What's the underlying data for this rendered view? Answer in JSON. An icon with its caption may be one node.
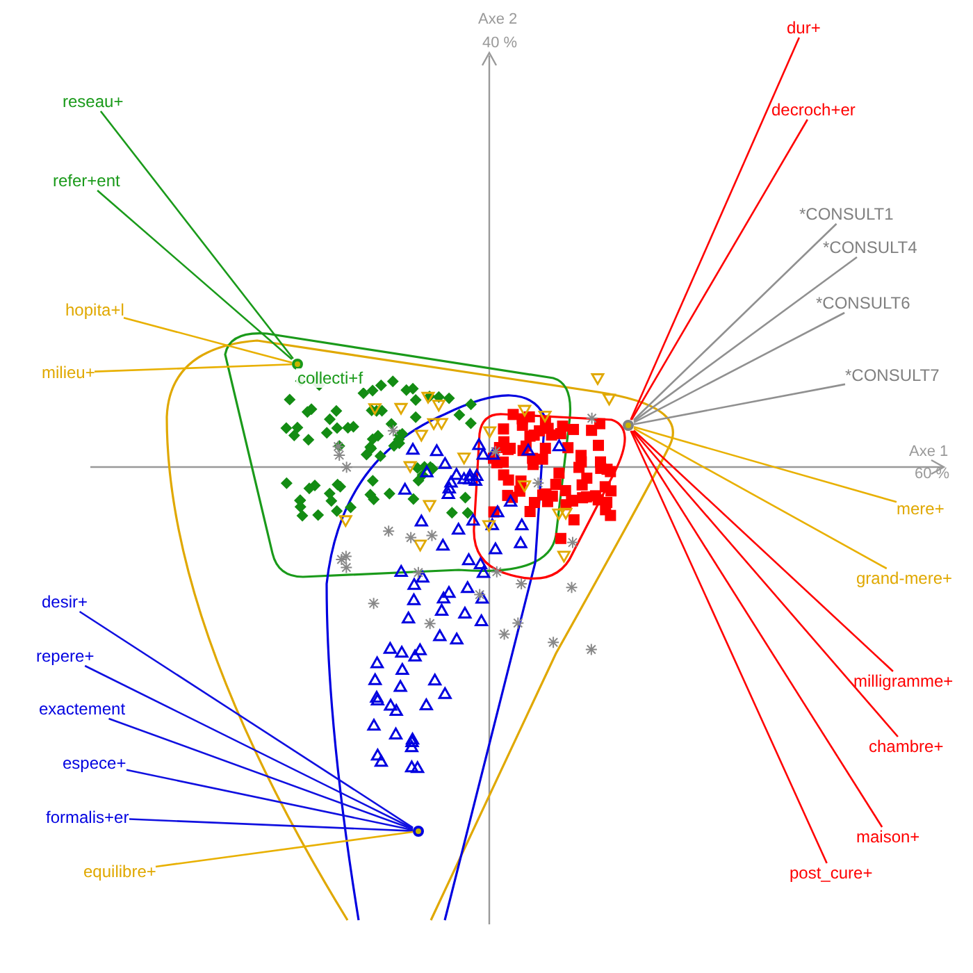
{
  "diagram": {
    "nodes": [
      {
        "text": [
          "reseau+"
        ]
      },
      {
        "text": [
          "refer+ent"
        ]
      },
      {
        "text": [
          "hopita+l"
        ]
      },
      {
        "text": [
          "milieu+"
        ]
      },
      {
        "text": [],
        "shape": "circle"
      },
      {
        "text": [
          "dur+"
        ]
      },
      {
        "text": [
          "decroch+er"
        ]
      },
      {
        "text": [
          "*CONSULT1"
        ]
      },
      {
        "text": [
          "*CONSULT4"
        ]
      },
      {
        "text": [
          "*CONSULT6"
        ]
      },
      {
        "text": [
          "*CONSULT7"
        ]
      },
      {
        "text": [
          "mere+"
        ]
      },
      {
        "text": [
          "grand-mere+"
        ]
      },
      {
        "text": [
          "milligramme+"
        ]
      },
      {
        "text": [
          "chambre+"
        ]
      },
      {
        "text": [
          "maison+"
        ]
      },
      {
        "text": [
          "post_cure+"
        ]
      },
      {
        "text": [],
        "shape": "circle"
      },
      {
        "text": [
          "desir+"
        ]
      },
      {
        "text": [
          "repere+"
        ]
      },
      {
        "text": [
          "exactement"
        ]
      },
      {
        "text": [
          "espece+"
        ]
      },
      {
        "text": [
          "formalis+er"
        ]
      },
      {
        "text": [
          "equilibre+"
        ]
      },
      {
        "text": [],
        "shape": "circle"
      }
    ],
    "edges": [
      {
        "from": 0,
        "to": 4,
        "arrow": "none",
        "color": "#1a9a1a"
      },
      {
        "from": 1,
        "to": 4,
        "arrow": "none",
        "color": "#1a9a1a"
      },
      {
        "from": 2,
        "to": 4,
        "arrow": "none",
        "color": "#e8b000"
      },
      {
        "from": 3,
        "to": 4,
        "arrow": "none",
        "color": "#e8b000"
      },
      {
        "from": 5,
        "to": 17,
        "arrow": "none"
      },
      {
        "from": 6,
        "to": 17,
        "arrow": "none"
      },
      {
        "from": 7,
        "to": 17,
        "arrow": "none",
        "color": "#909090"
      },
      {
        "from": 8,
        "to": 17,
        "arrow": "none",
        "color": "#909090"
      },
      {
        "from": 9,
        "to": 17,
        "arrow": "none",
        "color": "#909090"
      },
      {
        "from": 10,
        "to": 17,
        "arrow": "none",
        "color": "#909090"
      },
      {
        "from": 11,
        "to": 17,
        "arrow": "none",
        "color": "#e8b000"
      },
      {
        "from": 12,
        "to": 17,
        "arrow": "none",
        "color": "#e8b000"
      },
      {
        "from": 13,
        "to": 17,
        "arrow": "none"
      },
      {
        "from": 14,
        "to": 17,
        "arrow": "none"
      },
      {
        "from": 15,
        "to": 17,
        "arrow": "none"
      },
      {
        "from": 16,
        "to": 17,
        "arrow": "none"
      },
      {
        "from": 18,
        "to": 24,
        "arrow": "none",
        "color": "#1010e0"
      },
      {
        "from": 19,
        "to": 24,
        "arrow": "none",
        "color": "#1010e0"
      },
      {
        "from": 20,
        "to": 24,
        "arrow": "none",
        "color": "#1010e0"
      },
      {
        "from": 21,
        "to": 24,
        "arrow": "none",
        "color": "#1010e0"
      },
      {
        "from": 22,
        "to": 24,
        "arrow": "none",
        "color": "#1010e0"
      },
      {
        "from": 23,
        "to": 24,
        "arrow": "none",
        "color": "#e8b000"
      }
    ],
    "labels": [
      "Axe 2",
      "40 %",
      "collecti+f",
      "Axe 1",
      "60 %"
    ]
  }
}
